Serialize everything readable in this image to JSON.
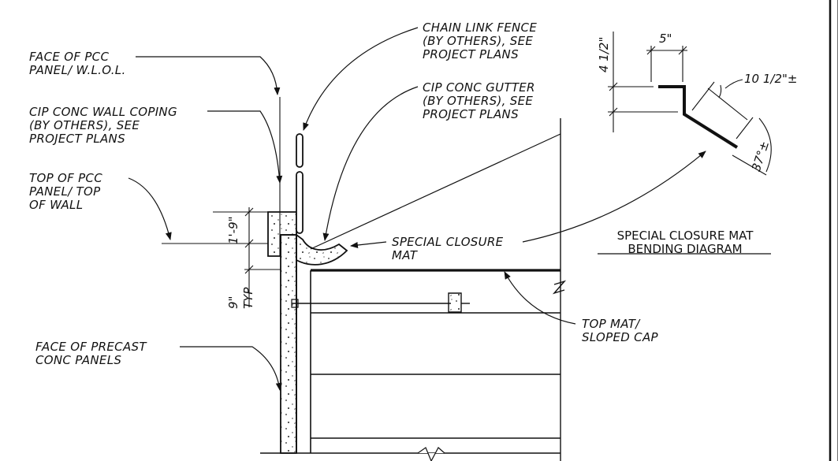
{
  "labels": {
    "face_pcc": [
      "FACE OF PCC",
      "PANEL/ W.L.O.L."
    ],
    "coping": [
      "CIP CONC WALL COPING",
      "(BY OTHERS), SEE",
      "PROJECT PLANS"
    ],
    "top_pcc": [
      "TOP OF PCC",
      "PANEL/ TOP",
      "OF WALL"
    ],
    "face_precast": [
      "FACE OF PRECAST",
      "CONC PANELS"
    ],
    "chain_link": [
      "CHAIN LINK FENCE",
      "(BY OTHERS), SEE",
      "PROJECT PLANS"
    ],
    "gutter": [
      "CIP CONC GUTTER",
      "(BY OTHERS), SEE",
      "PROJECT PLANS"
    ],
    "closure_mat": [
      "SPECIAL CLOSURE",
      "MAT"
    ],
    "top_mat": [
      "TOP MAT/",
      "SLOPED CAP"
    ],
    "diagram_title": [
      "SPECIAL CLOSURE MAT",
      "BENDING DIAGRAM"
    ]
  },
  "dimensions": {
    "coping_height": "1'-9\"",
    "typ_9": "9\"",
    "typ": "TYP",
    "top_width": "5\"",
    "rise": "4 1/2\"",
    "slope_length": "10 1/2\"±",
    "angle": "37°±"
  },
  "colors": {
    "ink": "#111111",
    "paper": "#ffffff"
  }
}
